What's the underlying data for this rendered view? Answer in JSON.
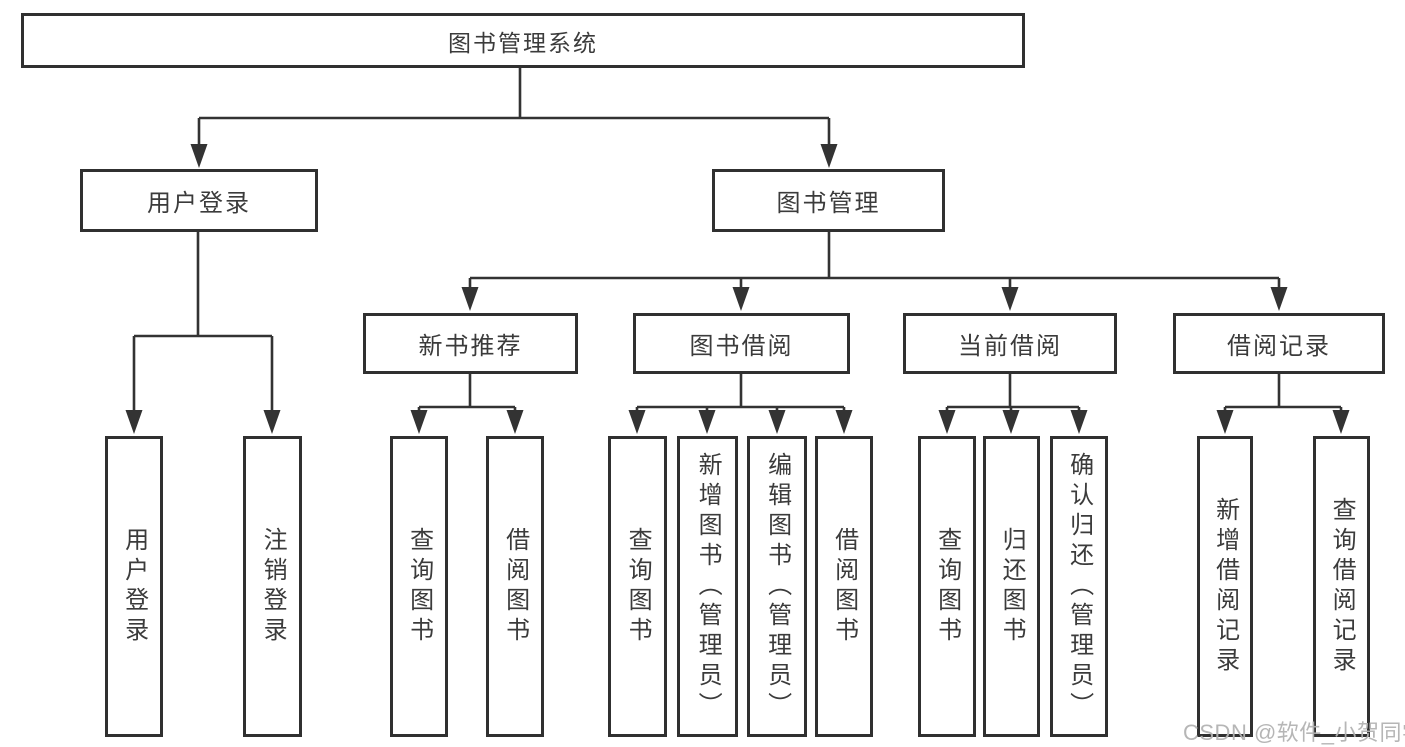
{
  "title": {
    "label": "图书管理系统"
  },
  "level2": {
    "user_login": {
      "label": "用户登录"
    },
    "book_management": {
      "label": "图书管理"
    }
  },
  "user_login_leaves": [
    "用户登录",
    "注销登录"
  ],
  "sections": [
    {
      "label": "新书推荐",
      "leaves": [
        "查询图书",
        "借阅图书"
      ]
    },
    {
      "label": "图书借阅",
      "leaves": [
        "查询图书",
        "新增图书（管理员）",
        "编辑图书（管理员）",
        "借阅图书"
      ]
    },
    {
      "label": "当前借阅",
      "leaves": [
        "查询图书",
        "归还图书",
        "确认归还（管理员）"
      ]
    },
    {
      "label": "借阅记录",
      "leaves": [
        "新增借阅记录",
        "查询借阅记录"
      ]
    }
  ],
  "watermark": {
    "text": "CSDN @软件_小贺同学"
  },
  "colors": {
    "line": "#333333",
    "box_border": "#303030",
    "text": "#3b3b3b",
    "watermark": "#b2b2b2",
    "background": "#ffffff"
  }
}
